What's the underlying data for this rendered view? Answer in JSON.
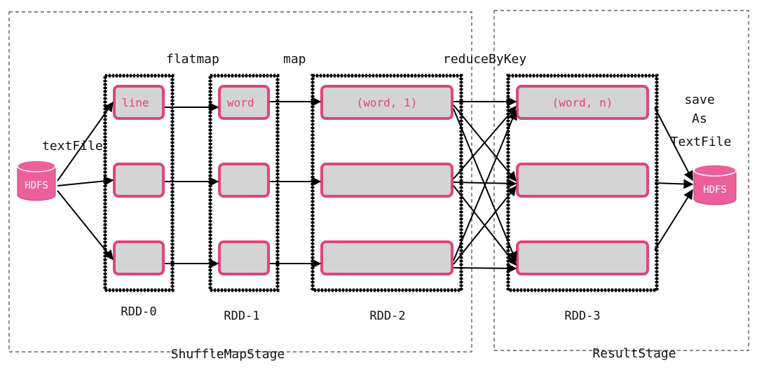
{
  "colors": {
    "partition_fill": "#d4d4d4",
    "partition_stroke": "#e0447f",
    "hdfs_fill": "#ec5f9b",
    "text": "#111111"
  },
  "stages": {
    "shuffle_map": "ShuffleMapStage",
    "result": "ResultStage"
  },
  "operations": {
    "text_file": "textFile",
    "flatmap": "flatmap",
    "map": "map",
    "reduce_by_key": "reduceByKey",
    "save_line1": "save",
    "save_line2": "As",
    "save_line3": "TextFile"
  },
  "rdds": {
    "rdd0": {
      "label": "RDD-0",
      "first_partition": "line"
    },
    "rdd1": {
      "label": "RDD-1",
      "first_partition": "word"
    },
    "rdd2": {
      "label": "RDD-2",
      "first_partition": "(word, 1)"
    },
    "rdd3": {
      "label": "RDD-3",
      "first_partition": "(word, n)"
    }
  },
  "storage": {
    "source": "HDFS",
    "sink": "HDFS"
  },
  "icons": [
    "database-icon"
  ]
}
